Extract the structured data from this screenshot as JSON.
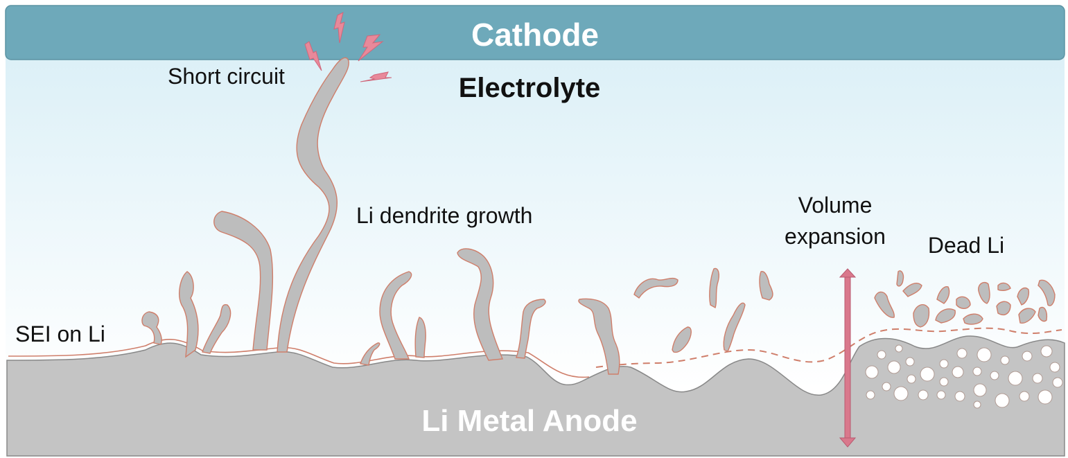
{
  "labels": {
    "cathode": "Cathode",
    "electrolyte": "Electrolyte",
    "short_circuit": "Short circuit",
    "dendrite_growth": "Li dendrite growth",
    "sei": "SEI on Li",
    "volume_line1": "Volume",
    "volume_line2": "expansion",
    "dead_li": "Dead Li",
    "anode": "Li Metal Anode"
  },
  "colors": {
    "cathode": "#6ea9ba",
    "electrolyte_top": "#dcf0f7",
    "anode": "#c4c4c4",
    "sei_line": "#cf7e6a",
    "spark": "#e8899a",
    "arrow": "#d9788c"
  }
}
